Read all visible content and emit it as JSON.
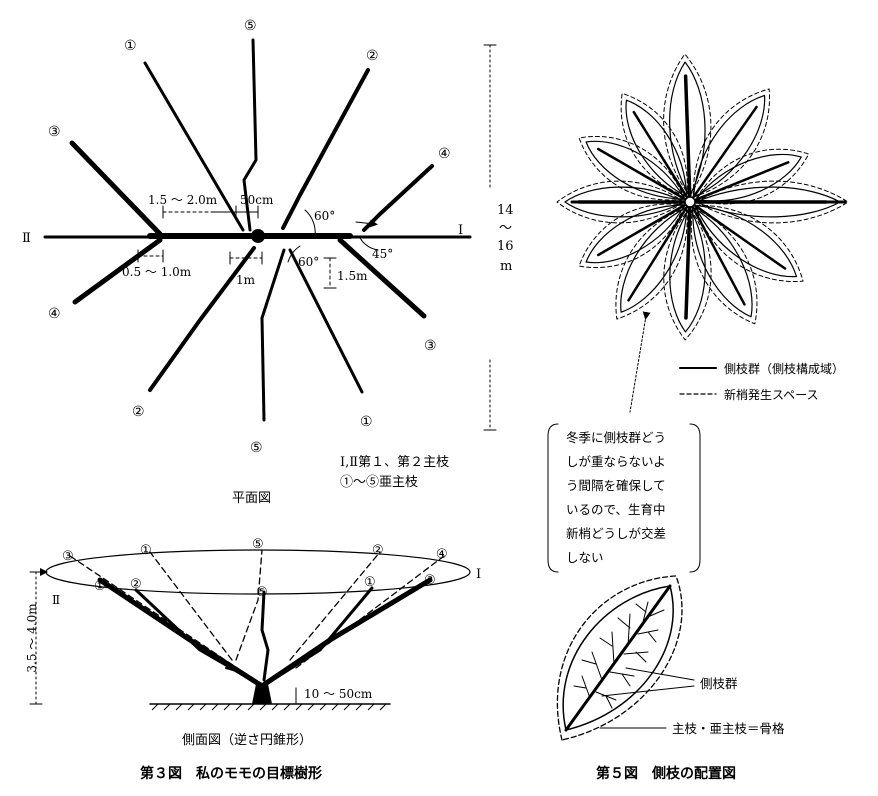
{
  "plan": {
    "label_I": "Ⅰ",
    "label_II": "Ⅱ",
    "tip_top_left_1": "①",
    "tip_top_5": "⑤",
    "tip_top_right_2": "②",
    "tip_left_3": "③",
    "tip_right_4": "④",
    "tip_lower_left_4": "④",
    "tip_lower_right_3": "③",
    "tip_bottom_left_2": "②",
    "tip_bottom_5": "⑤",
    "tip_bottom_right_1": "①",
    "dim_spacing": "1.5 ～ 2.0m",
    "dim_50cm": "50cm",
    "dim_05": "0.5 ～ 1.0m",
    "dim_1m": "1m",
    "dim_15m": "1.5m",
    "angle_60_top": "60°",
    "angle_60_bottom": "60°",
    "angle_45": "45°",
    "height_14": "14",
    "height_tilde": "～",
    "height_16": "16",
    "height_m": "m",
    "legend_main": "Ⅰ,Ⅱ第１、第２主枝",
    "legend_sub": "①～⑤亜主枝",
    "caption": "平面図"
  },
  "side": {
    "top_3": "③",
    "top_1": "①",
    "top_5": "⑤",
    "top_2": "②",
    "top_4": "④",
    "inner_1": "①",
    "inner_2": "②",
    "inner_5": "⑤",
    "inner_1b": "①",
    "inner_3": "③",
    "label_I": "Ⅰ",
    "label_II": "Ⅱ",
    "height": "3.5 ～ 4.0m",
    "base": "10 ～ 50cm",
    "caption": "側面図（逆さ円錐形）"
  },
  "fig3_caption": "第３図　私のモモの目標樹形",
  "layout": {
    "legend_solid": "側枝群（側枝構成域）",
    "legend_dashed": "新梢発生スペース",
    "note": [
      "冬季に側枝群どう",
      "しが重ならないよ",
      "う間隔を確保して",
      "いるので、生育中",
      "新梢どうしが交差",
      "しない"
    ],
    "label_laterals": "側枝群",
    "label_framework": "主枝・亜主枝＝骨格"
  },
  "fig5_caption": "第５図　側枝の配置図"
}
